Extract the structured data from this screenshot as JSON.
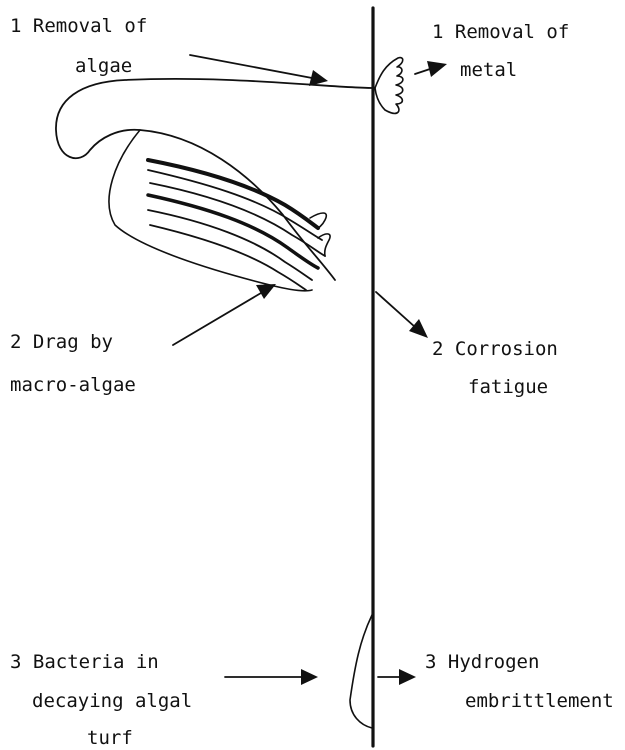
{
  "labels": {
    "removal_algae": [
      "1 Removal of",
      "algae"
    ],
    "removal_metal": [
      "1 Removal of",
      "metal"
    ],
    "drag": [
      "2 Drag by",
      "macro-algae"
    ],
    "corrosion": [
      "2 Corrosion",
      "fatigue"
    ],
    "bacteria": [
      "3 Bacteria in",
      "decaying algal",
      "turf"
    ],
    "hydrogen": [
      "3 Hydrogen",
      "embrittlement"
    ]
  },
  "colors": {
    "ink": "#111111",
    "background": "#ffffff"
  }
}
